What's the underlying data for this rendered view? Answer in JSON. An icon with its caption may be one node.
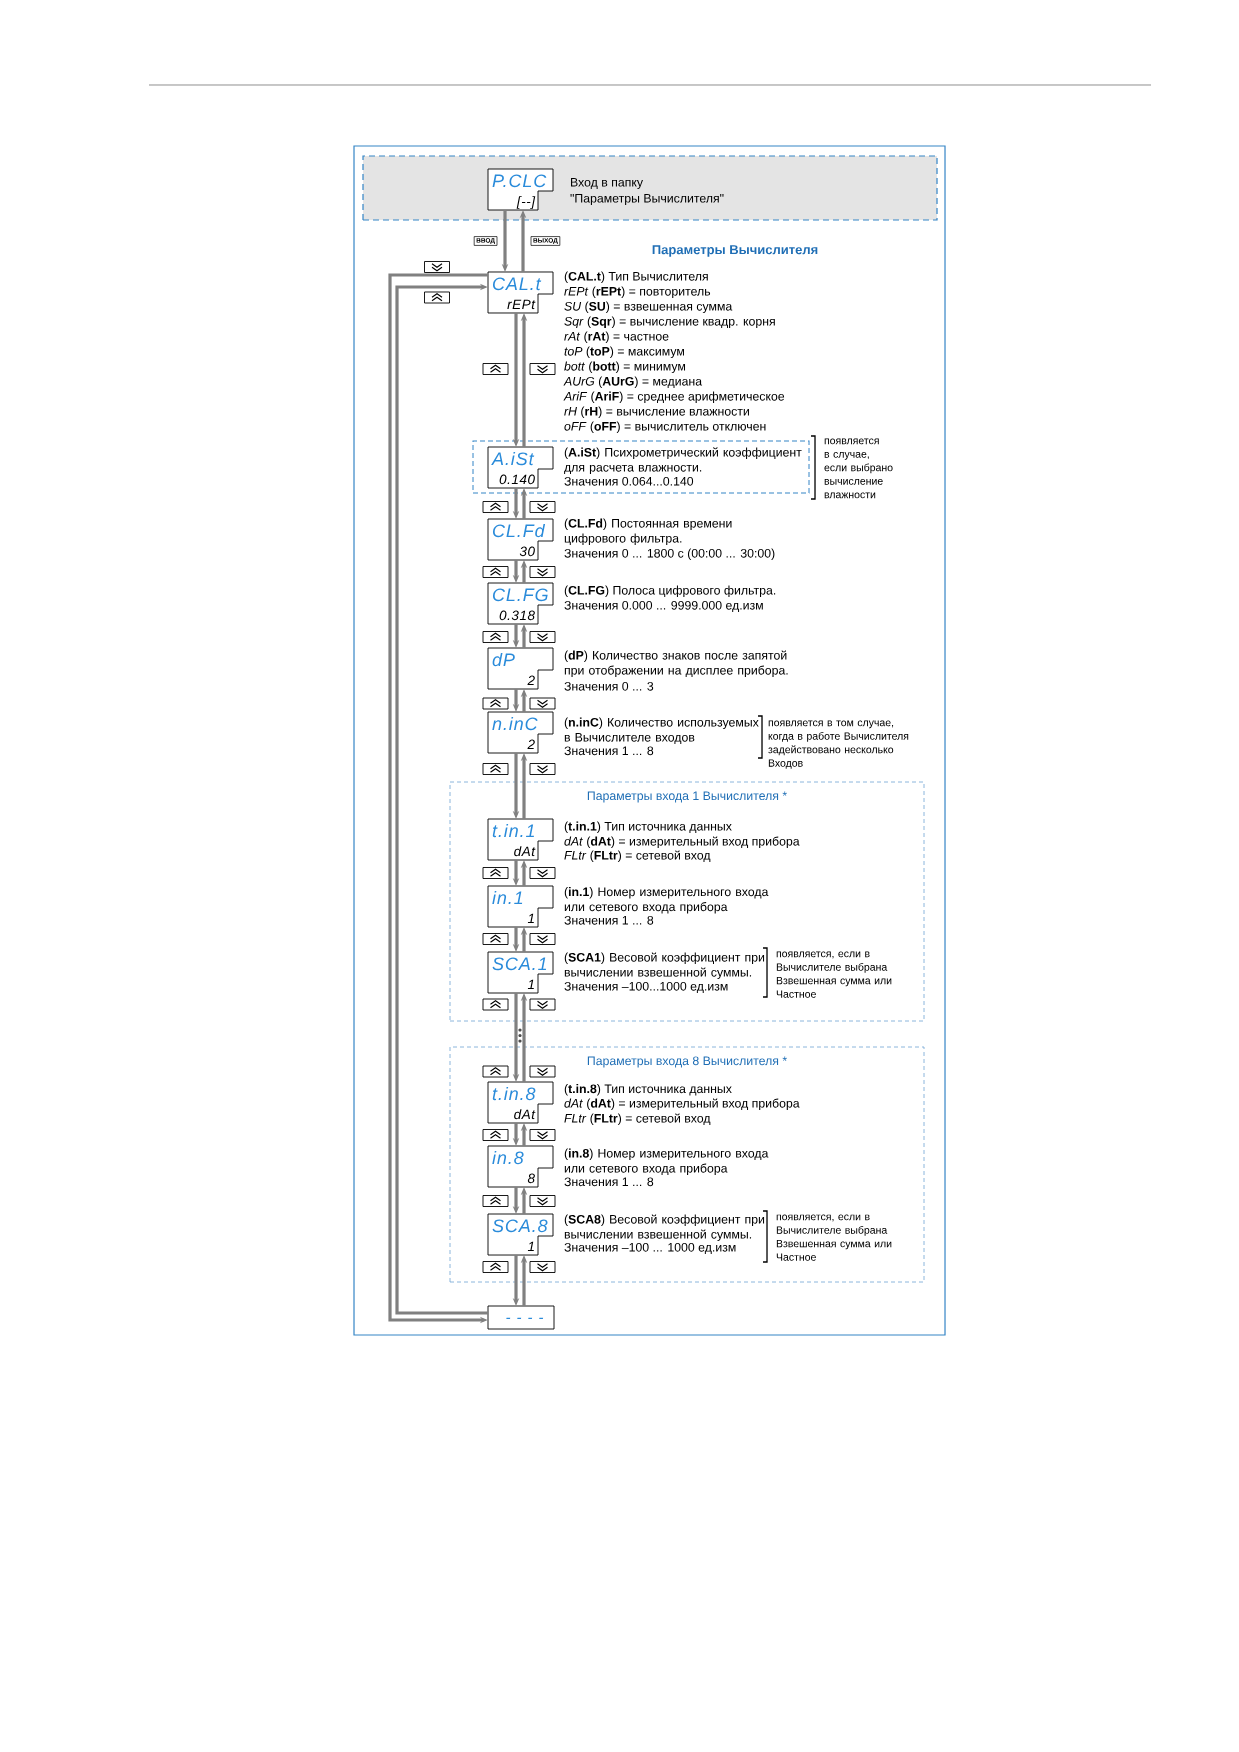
{
  "diagram": {
    "title": "Параметры Вычислителя",
    "nodes": [
      {
        "text": [
          "Вход в папку",
          "\"Параметры Вычислителя\""
        ]
      },
      {
        "text": [
          "P.CLC",
          "[--]"
        ],
        "in": 0
      },
      {
        "text": [
          "CAL.t",
          "rEPt"
        ],
        "beside": [
          "(**CAL.t**) Тип Вычислителя",
          "*rEPt* (**rEPt**) = повторитель",
          "*SU* (**SU**) = взвешенная сумма",
          "*Sqr* (**Sqr**) = вычисление квадр. корня",
          "*rAt* (**rAt**) = частное",
          "*toP* (**toP**) = максимум",
          "*bott* (**bott**) = минимум",
          "*AUrG* (**AUrG**) = медиана",
          "*AriF* (**AriF**) = среднее арифметическое",
          "*rH* (**rH**) = вычисление влажности",
          "*oFF* (**oFF**) = вычислитель отключен"
        ]
      },
      {
        "text": [
          "(**A.iSt**) Психрометрический коэффициент для расчета влажности.",
          "Значения 0.064...0.140"
        ],
        "beside": [
          "появляется в случае, если выбрано вычисление влажности"
        ]
      },
      {
        "text": [
          "A.iSt",
          "0.140"
        ],
        "in": 3
      },
      {
        "text": [
          "CL.Fd",
          "30"
        ],
        "beside": [
          "(**CL.Fd**) Постоянная времени цифрового фильтра.",
          "Значения 0 ... 1800 с (00:00 ... 30:00)"
        ]
      },
      {
        "text": [
          "CL.FG",
          "0.318"
        ],
        "beside": [
          "(**CL.FG**) Полоса цифрового фильтра.",
          "Значения 0.000 ... 9999.000 ед.изм"
        ]
      },
      {
        "text": [
          "dP",
          "2"
        ],
        "beside": [
          "(**dP**) Количество знаков после запятой при отображении на дисплее прибора.",
          "Значения 0 ... 3"
        ]
      },
      {
        "text": [
          "n.inC",
          "2"
        ],
        "beside": [
          "(**n.inC**) Количество используемых в Вычислителе входов",
          "Значения 1 ... 8",
          "появляется в том случае, когда в работе Вычислителя задействовано несколько Входов"
        ]
      },
      {
        "text": [
          "Параметры входа 1 Вычислителя *"
        ]
      },
      {
        "text": [
          "t.in.1",
          "dAt"
        ],
        "in": 9,
        "beside": [
          "(**t.in.1**) Тип источника данных",
          "*dAt* (**dAt**) = измерительный вход прибора",
          "*FLtr* (**FLtr**) = сетевой вход"
        ]
      },
      {
        "text": [
          "in.1",
          "1"
        ],
        "in": 9,
        "beside": [
          "(**in.1**) Номер измерительного входа или сетевого входа прибора",
          "Значения 1 ... 8"
        ]
      },
      {
        "text": [
          "SCA.1",
          "1"
        ],
        "in": 9,
        "beside": [
          "(**SCA1**) Весовой коэффициент при вычислении взвешенной суммы.",
          "Значения –100...1000 ед.изм",
          "появляется, если в Вычислителе выбрана Взвешенная сумма или Частное"
        ]
      },
      {
        "text": [
          "Параметры входа 8 Вычислителя *"
        ]
      },
      {
        "text": [
          "t.in.8",
          "dAt"
        ],
        "in": 13,
        "beside": [
          "(**t.in.8**) Тип источника данных",
          "*dAt* (**dAt**) = измерительный вход прибора",
          "*FLtr* (**FLtr**) = сетевой вход"
        ]
      },
      {
        "text": [
          "in.8",
          "8"
        ],
        "in": 13,
        "beside": [
          "(**in.8**) Номер измерительного входа или сетевого входа прибора",
          "Значения 1 ... 8"
        ]
      },
      {
        "text": [
          "SCA.8",
          "1"
        ],
        "in": 13,
        "beside": [
          "(**SCA8**) Весовой коэффициент при вычислении взвешенной суммы.",
          "Значения –100 ... 1000 ед.изм",
          "появляется, если в Вычислителе выбрана Взвешенная сумма или Частное"
        ]
      },
      {
        "text": [
          "- - - -"
        ]
      }
    ],
    "edges": [
      {
        "from": 1,
        "to": 2,
        "arrow": "to",
        "label": "ВВОД"
      },
      {
        "from": 2,
        "to": 1,
        "arrow": "to",
        "label": "ВЫХОД"
      },
      {
        "from": 2,
        "to": 4,
        "arrow": "to"
      },
      {
        "from": 4,
        "to": 2,
        "arrow": "to"
      },
      {
        "from": 4,
        "to": 5,
        "arrow": "to"
      },
      {
        "from": 5,
        "to": 4,
        "arrow": "to"
      },
      {
        "from": 5,
        "to": 6,
        "arrow": "to"
      },
      {
        "from": 6,
        "to": 5,
        "arrow": "to"
      },
      {
        "from": 6,
        "to": 7,
        "arrow": "to"
      },
      {
        "from": 7,
        "to": 6,
        "arrow": "to"
      },
      {
        "from": 7,
        "to": 8,
        "arrow": "to"
      },
      {
        "from": 8,
        "to": 7,
        "arrow": "to"
      },
      {
        "from": 8,
        "to": 10,
        "arrow": "to"
      },
      {
        "from": 10,
        "to": 8,
        "arrow": "to"
      },
      {
        "from": 10,
        "to": 11,
        "arrow": "to"
      },
      {
        "from": 11,
        "to": 10,
        "arrow": "to"
      },
      {
        "from": 11,
        "to": 12,
        "arrow": "to"
      },
      {
        "from": 12,
        "to": 11,
        "arrow": "to"
      },
      {
        "from": 12,
        "to": 14,
        "arrow": "to"
      },
      {
        "from": 14,
        "to": 12,
        "arrow": "to"
      },
      {
        "from": 14,
        "to": 15,
        "arrow": "to"
      },
      {
        "from": 15,
        "to": 14,
        "arrow": "to"
      },
      {
        "from": 15,
        "to": 16,
        "arrow": "to"
      },
      {
        "from": 16,
        "to": 15,
        "arrow": "to"
      },
      {
        "from": 16,
        "to": 17,
        "arrow": "to"
      },
      {
        "from": 17,
        "to": 16,
        "arrow": "to"
      },
      {
        "from": 2,
        "to": 17,
        "arrow": "to"
      },
      {
        "from": 17,
        "to": 2,
        "arrow": "to"
      }
    ]
  }
}
